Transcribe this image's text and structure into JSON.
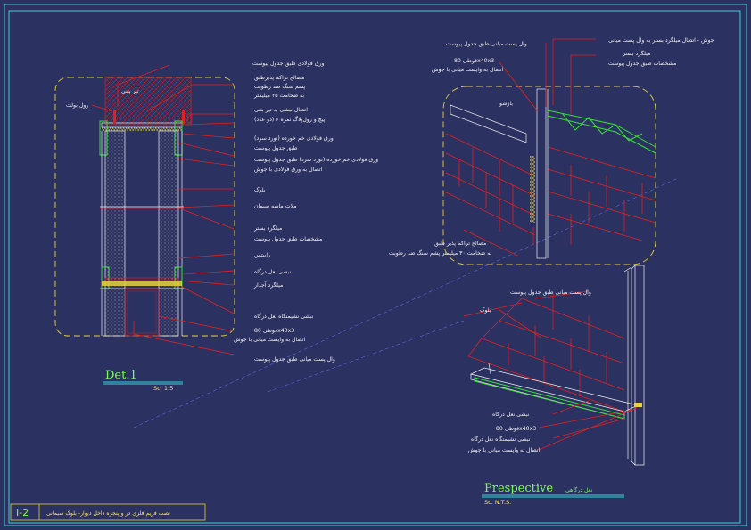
{
  "sheet": {
    "code": "I-2",
    "title": "نصب فریم فلزی در و پنجره داخل دیوار- بلوک سیمانی"
  },
  "detail": {
    "name": "Det.1",
    "scale": "Sc. 1:5",
    "labels": {
      "tir_betoni": "تیر بتنی",
      "rol_bolt": "رول بولت",
      "varagh_fooladi": "ورق فولادی طبق جدول پیوست",
      "masaleh_line1": "مصالح تراکم پذیرطبق",
      "masaleh_line2": "پشم سنگ ضد رطوبت",
      "masaleh_line3": "به ضخامت ۲۵ میلیمتر",
      "ettesal_nabshi": "اتصال نبشی به تیر بتنی",
      "pich_raulplug": "پیچ و رول‌پلاگ نمره ۶ (دو عدد)",
      "varagh_kham1": "ورق فولادی خم خورده (نورد سرد)",
      "tebgh_jadval": "طبق جدول پیوست",
      "varagh_kham2": "ورق فولادی خم خورده (نورد سرد) طبق جدول پیوست",
      "ettesal_varagh": "اتصال به ورق فولادی با جوش",
      "block": "بلوک",
      "malat": "ملات ماسه سیمان",
      "milgerd_bastar": "میلگرد بستر",
      "moshakhasat": "مشخصات طبق جدول پیوست",
      "rabitas": "رابیتس",
      "nabshi_naal": "نبشی نعل درگاه",
      "milgerd_ajdar": "میلگرد آجدار",
      "nabshi_neshimangah": "نبشی نشیمنگاه نعل درگاه",
      "qooti": "قوطی 80x40x3",
      "ettesal_vasat": "اتصال به وایست میانی با جوش",
      "vall_post": "وال پست میانی طبق جدول پیوست"
    }
  },
  "wall_detail": {
    "labels": {
      "vall_post": "وال پست میانی طبق جدول پیوست",
      "qooti": "قوطی 80x40x3",
      "ettesal_vasat": "اتصال به وایست میانی با جوش",
      "joosh": "جوش - اتصال میلگرد بستر به وال پست میانی",
      "milgerd_bastar": "میلگرد بستر",
      "moshakhasat": "مشخصات طبق جدول پیوست",
      "bazshow": "بازشو",
      "masaleh_line1": "مصالح تراکم پذیر طبق",
      "masaleh_line2": "به ضخامت ۳۰ میلیمتر پشم سنگ ضد رطوبت"
    }
  },
  "perspective": {
    "name": "Prespective",
    "name_fa": "نعل درگاهی",
    "scale": "Sc. N.T.S.",
    "labels": {
      "vall_post": "وال پست میانی طبق جدول پیوست",
      "block": "بلوک",
      "nabshi_naal": "نبشی نعل درگاه",
      "qooti": "قوطی 80x40x3",
      "nabshi_neshimangah": "نبشی نشیمنگاه نعل درگاه",
      "ettesal_vasat": "اتصال به وایست میانی با جوش"
    }
  },
  "colors": {
    "background": "#2b3160",
    "frame": "#39d3d8",
    "leader": "#e32020",
    "hidden": "#e6d23a",
    "text": "#f2f2f2",
    "title_text": "#7dff5a"
  }
}
